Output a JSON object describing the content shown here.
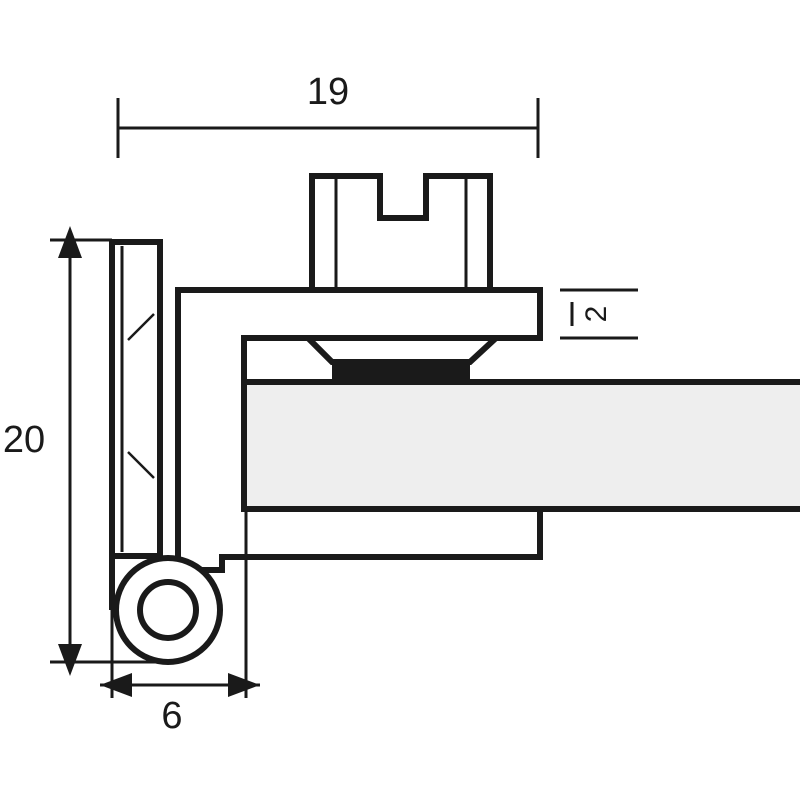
{
  "dimensions": {
    "width_top": "19",
    "height_left": "20",
    "width_bottom": "6",
    "gap_right": "2"
  },
  "colors": {
    "line": "#1a1a1a",
    "panel": "#eeeeee",
    "seal": "#1a1a1a",
    "background": "#ffffff"
  }
}
